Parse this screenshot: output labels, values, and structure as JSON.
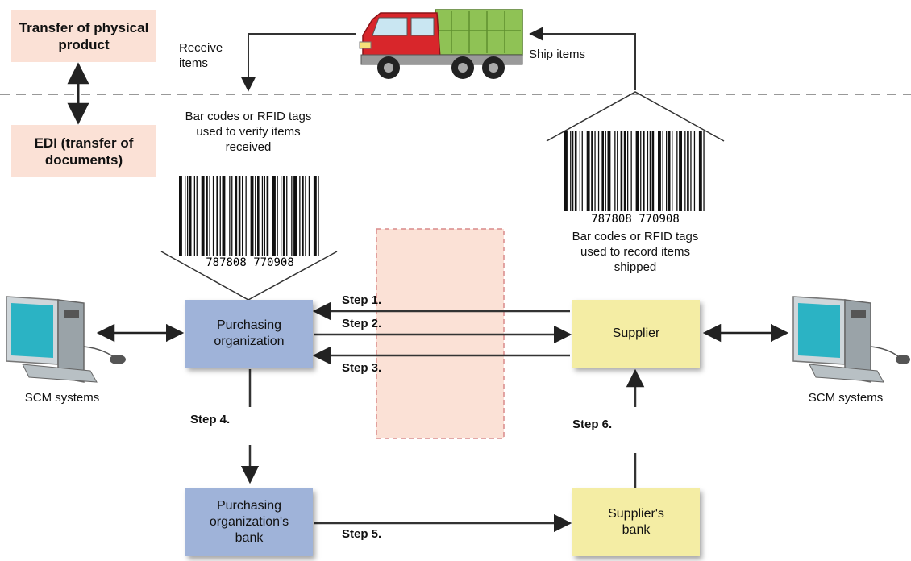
{
  "legend": {
    "physical": "Transfer of physical product",
    "edi": "EDI (transfer of documents)"
  },
  "flow_labels": {
    "receive": "Receive items",
    "ship": "Ship items",
    "receive_barcode": "Bar codes or RFID tags used to verify items received",
    "ship_barcode": "Bar codes or RFID tags used to record items shipped"
  },
  "barcode_number": "787808 770908",
  "nodes": {
    "purchasing": "Purchasing organization",
    "supplier": "Supplier",
    "purchasing_bank": "Purchasing organization's bank",
    "supplier_bank": "Supplier's bank"
  },
  "systems": {
    "left": "SCM systems",
    "right": "SCM systems"
  },
  "steps": {
    "s1": "Step 1.",
    "s2": "Step 2.",
    "s3": "Step 3.",
    "s4": "Step 4.",
    "s5": "Step 5.",
    "s6": "Step 6."
  },
  "colors": {
    "purchasing_box": "#9fb3d9",
    "supplier_box": "#f4eda4",
    "legend_box": "#fbe1d6",
    "middle_panel": "#fbe1d6"
  },
  "icons": [
    "truck-icon",
    "barcode-icon",
    "computer-icon"
  ]
}
